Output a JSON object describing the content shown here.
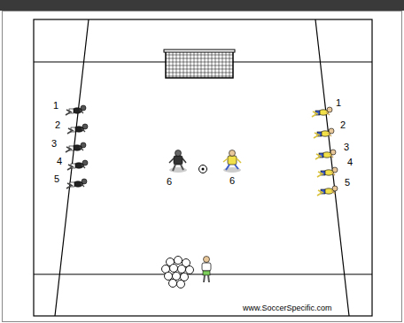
{
  "diagram": {
    "labels": [
      "1",
      "2",
      "3",
      "4",
      "5",
      "1",
      "2",
      "3",
      "4",
      "5",
      "6",
      "6",
      "www.SoccerSpecific.com"
    ]
  }
}
